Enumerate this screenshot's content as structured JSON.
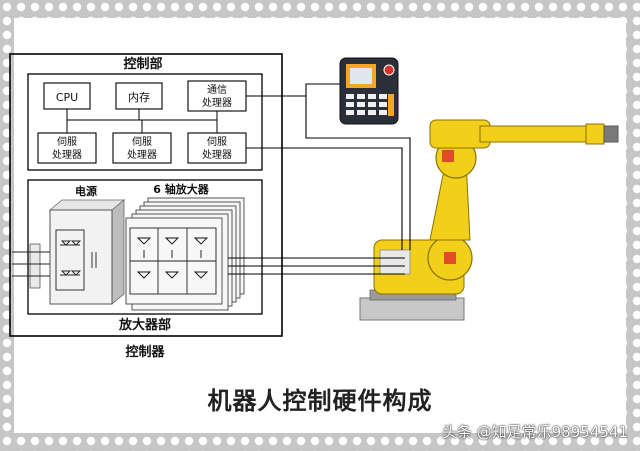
{
  "diagram": {
    "controller_unit_label": "控制部",
    "modules": {
      "cpu": "CPU",
      "memory": "内存",
      "comm_line1": "通信",
      "comm_line2": "处理器",
      "servo_line1": "伺服",
      "servo_line2": "处理器"
    },
    "power_label": "电源",
    "amplifier_6axis_label": "6 轴放大器",
    "amplifier_section_label": "放大器部",
    "controller_label": "控制器"
  },
  "caption": "机器人控制硬件构成",
  "watermark": "头条 @知足常乐98954541",
  "colors": {
    "robot_yellow": "#f2cf1a",
    "frame_gray": "#c8c8c8",
    "pendant_dark": "#2a2f3a",
    "pendant_orange": "#f5a623",
    "estop_red": "#d8322a"
  }
}
